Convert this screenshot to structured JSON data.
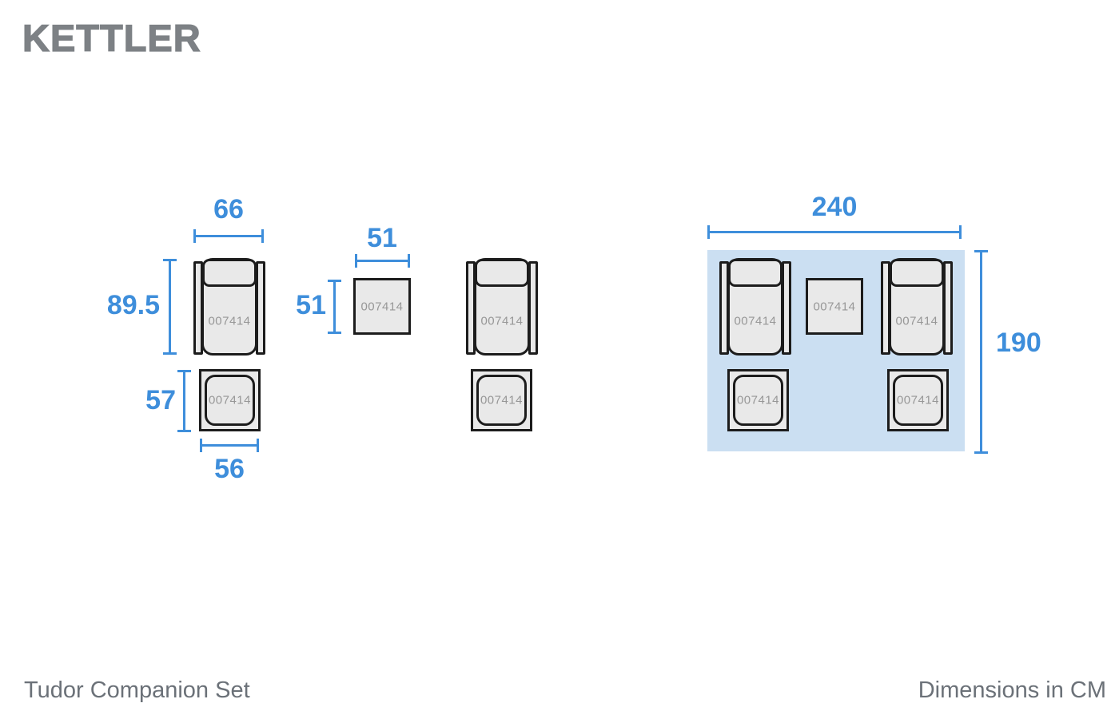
{
  "brand": "KETTLER",
  "diagram": {
    "item_code": "007414",
    "armchair": {
      "width": "66",
      "depth": "89.5"
    },
    "footstool": {
      "depth": "57",
      "width": "56"
    },
    "side_table": {
      "width": "51",
      "depth": "51"
    },
    "set_footprint": {
      "width": "240",
      "depth": "190"
    }
  },
  "footer": {
    "product_name": "Tudor Companion Set",
    "units_label": "Dimensions in CM"
  },
  "colors": {
    "accent_blue": "#3e8edb",
    "set_background": "#cbdff2",
    "furniture_fill": "#e9e9e9",
    "outline_dark": "#1c1c1c",
    "item_code_gray": "#979797",
    "footer_text_gray": "#6b7178",
    "brand_gray": "#7d8185"
  }
}
